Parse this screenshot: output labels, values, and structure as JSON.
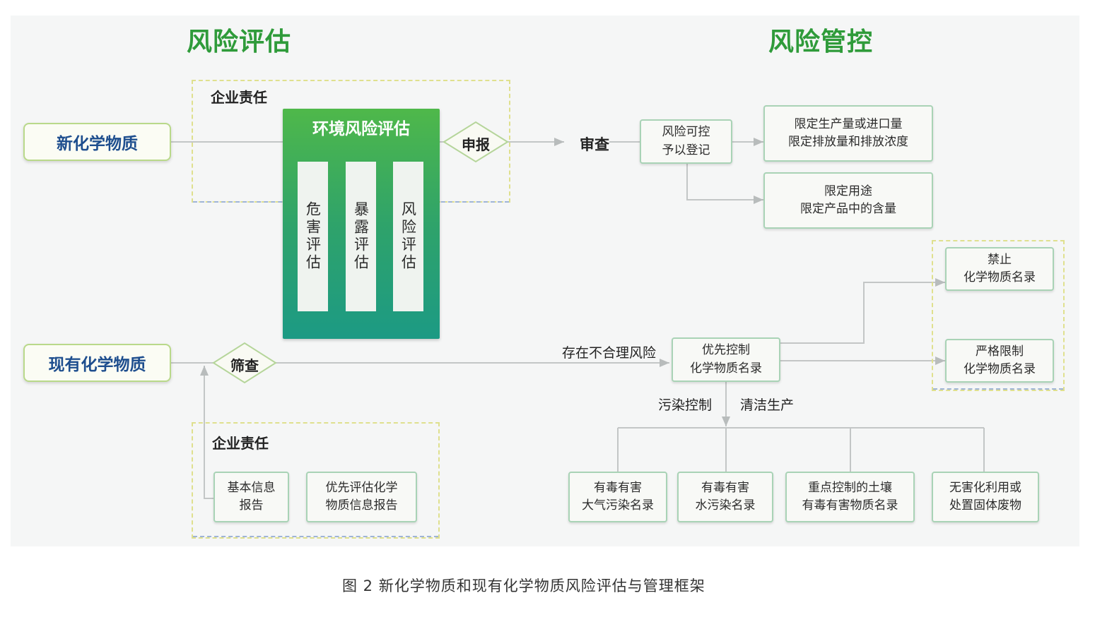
{
  "headings": {
    "assessment": "风险评估",
    "control": "风险管控"
  },
  "new_chemical": "新化学物质",
  "existing_chemical": "现有化学物质",
  "corporate_responsibility": "企业责任",
  "env_risk": {
    "title": "环境风险评估",
    "columns": [
      "危害评估",
      "暴露评估",
      "风险评估"
    ]
  },
  "declare": "申报",
  "review": "审查",
  "screening": "筛查",
  "controllable": "风险可控\n予以登记",
  "limit_box_1": "限定生产量或进口量\n限定排放量和排放浓度",
  "limit_box_2": "限定用途\n限定产品中的含量",
  "unreasonable_risk": "存在不合理风险",
  "priority_list": "优先控制\n化学物质名录",
  "prohibit_list": "禁止\n化学物质名录",
  "restrict_list": "严格限制\n化学物质名录",
  "pollution_control": "污染控制",
  "clean_production": "清洁生产",
  "bottom_boxes": [
    "有毒有害\n大气污染名录",
    "有毒有害\n水污染名录",
    "重点控制的土壤\n有毒有害物质名录",
    "无害化利用或\n处置固体废物"
  ],
  "reports": [
    "基本信息\n报告",
    "优先评估化学\n物质信息报告"
  ],
  "caption": "图 2   新化学物质和现有化学物质风险评估与管理框架",
  "colors": {
    "heading": "#2f9b3a",
    "main_text": "#1e4e8e",
    "green_top": "#4fb84a",
    "green_bottom": "#1c9a84"
  }
}
